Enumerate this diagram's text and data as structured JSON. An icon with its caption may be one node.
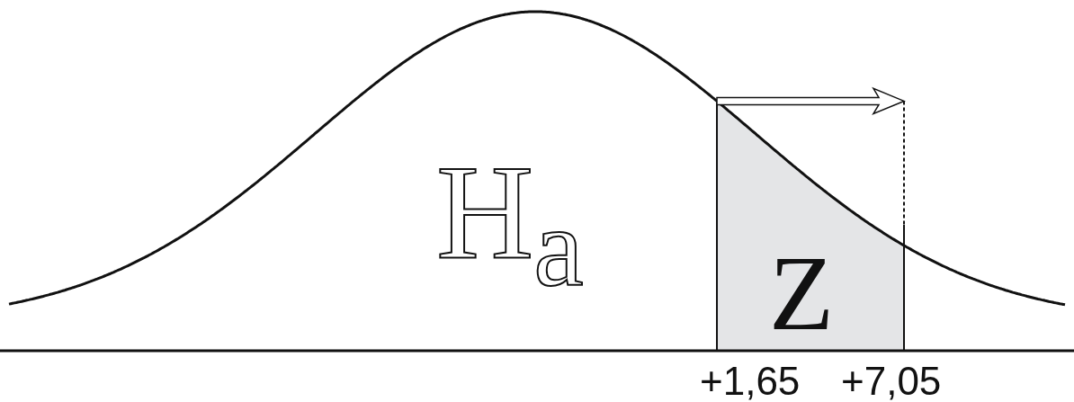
{
  "diagram": {
    "labels": [
      "H$_{a}$",
      "Z",
      "+1,65",
      "+7,05"
    ]
  }
}
